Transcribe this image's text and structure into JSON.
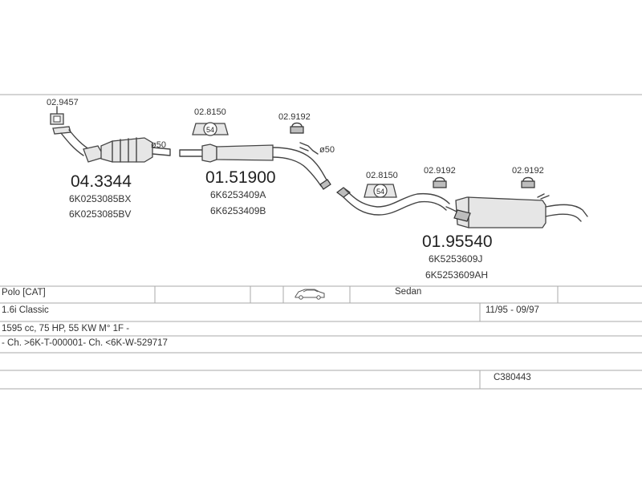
{
  "parts": {
    "gasket_top_left": "02.9457",
    "pipe_diameter_1": "ø50",
    "catalyst_code": "04.3344",
    "catalyst_oem_1": "6K0253085BX",
    "catalyst_oem_2": "6K0253085BV",
    "mount_1_code": "02.8150",
    "mount_1_label": "54",
    "front_silencer_code": "01.51900",
    "front_silencer_oem_1": "6K6253409A",
    "front_silencer_oem_2": "6K6253409B",
    "clamp_1_code": "02.9192",
    "pipe_diameter_2": "ø50",
    "mount_2_code": "02.8150",
    "mount_2_label": "54",
    "clamp_2_code": "02.9192",
    "clamp_3_code": "02.9192",
    "rear_silencer_code": "01.95540",
    "rear_silencer_oem_1": "6K5253609J",
    "rear_silencer_oem_2": "6K5253609AH"
  },
  "vehicle": {
    "model": "Polo  [CAT]",
    "body": "Sedan",
    "engine": "1.6i Classic",
    "years": "11/95 - 09/97",
    "spec": "1595 cc, 75 HP, 55 KW M° 1F -",
    "chassis": "- Ch. >6K-T-000001- Ch. <6K-W-529717",
    "catalog_no": "C380443"
  },
  "icons": {
    "car": "sedan-car-icon"
  }
}
